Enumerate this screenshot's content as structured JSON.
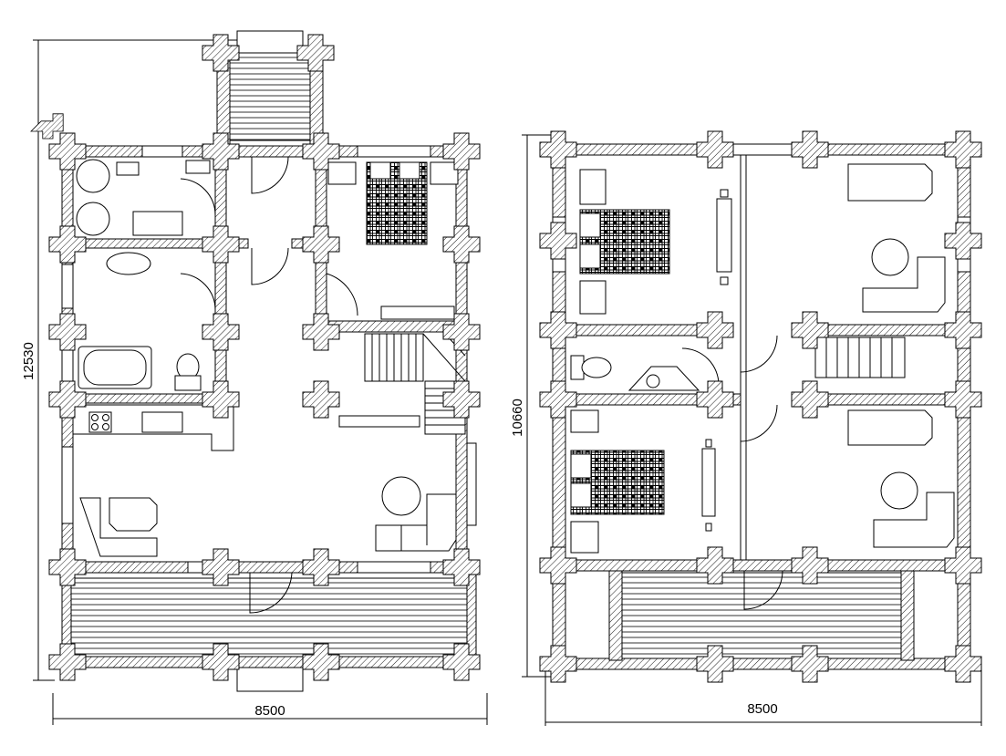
{
  "ground_floor": {
    "width_label": "8500",
    "height_label": "12530"
  },
  "upper_floor": {
    "width_label": "8500",
    "height_label": "10660"
  }
}
